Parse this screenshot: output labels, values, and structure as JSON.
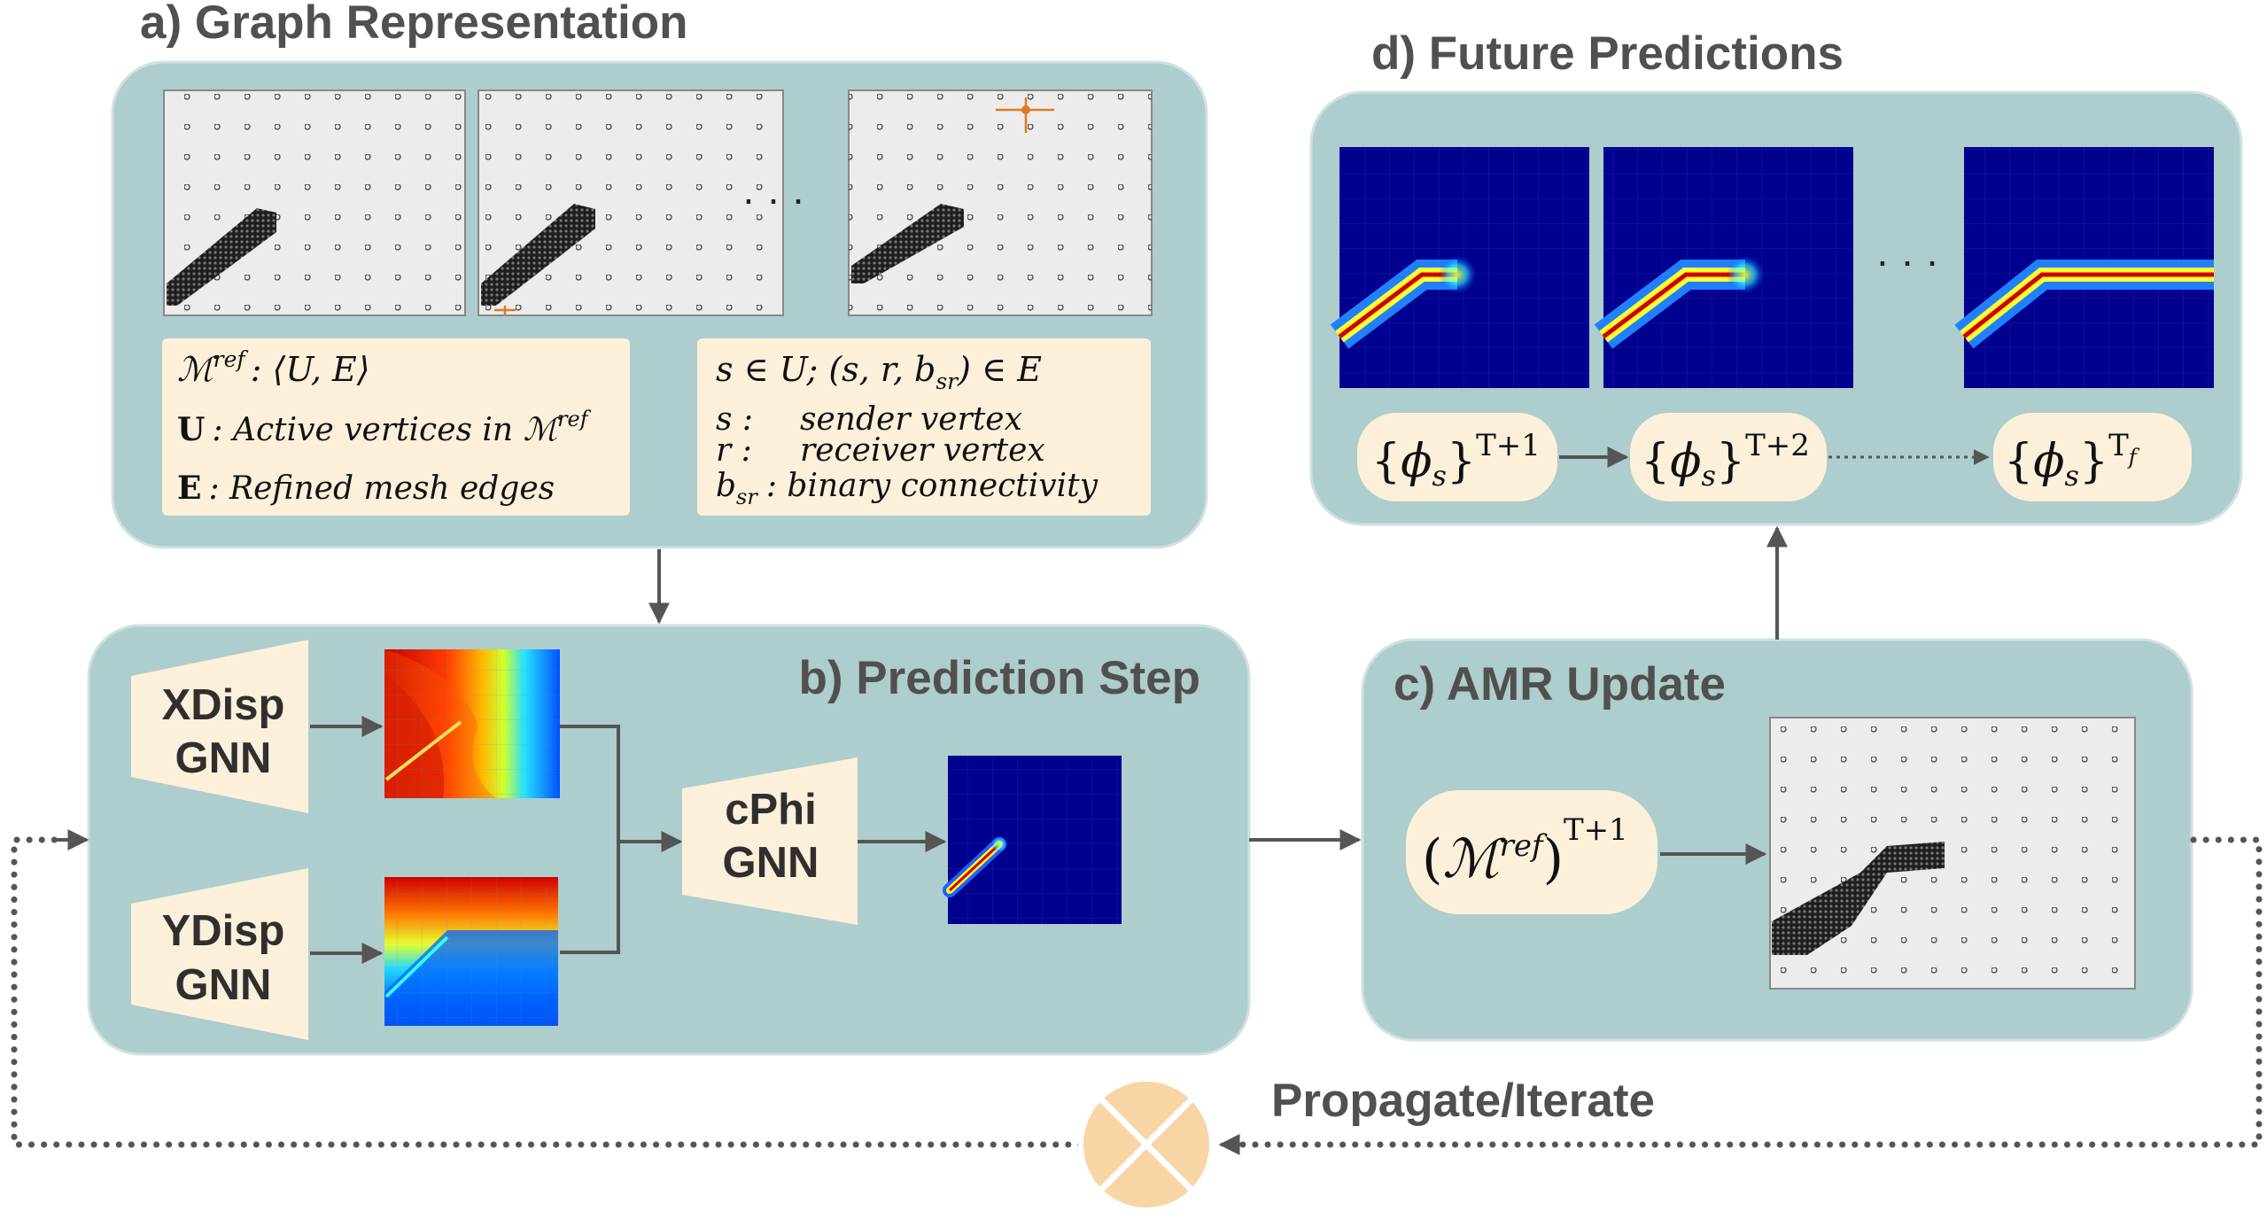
{
  "panels": {
    "a_title": "a) Graph Representation",
    "b_title": "b) Prediction Step",
    "c_title": "c) AMR Update",
    "d_title": "d) Future Predictions"
  },
  "graph_definitions": {
    "m_ref": "ref",
    "m_ref_def": ": ⟨U, E⟩",
    "u_label": "U",
    "u_desc": ": Active vertices in ",
    "e_label": "E",
    "e_desc": ": Refined mesh edges",
    "membership": "s ∈ U;  (s, r, b",
    "membership_sub": "sr",
    "membership_end": ") ∈ E",
    "s_label": "s :",
    "s_desc": "sender vertex",
    "r_label": "r :",
    "r_desc": "receiver vertex",
    "bsr_label": "b",
    "bsr_sub": "sr",
    "bsr_desc": ": binary connectivity"
  },
  "models": {
    "xdisp": [
      "XDisp",
      "GNN"
    ],
    "ydisp": [
      "YDisp",
      "GNN"
    ],
    "cphi": [
      "cPhi",
      "GNN"
    ]
  },
  "amr": {
    "mesh": "ref",
    "exp": "T+1"
  },
  "predictions": {
    "phi_1_exp": "T+1",
    "phi_2_exp": "T+2",
    "phi_3_exp": "T",
    "phi_3_exp_sub": "f"
  },
  "ellipsis": "· · ·",
  "loop_label": "Propagate/Iterate",
  "colors": {
    "panel": "#aecdcd",
    "cream": "#fdf0da",
    "arrow": "#555555",
    "iterate": "#f8d5a4",
    "field_blue": "#00008f"
  }
}
